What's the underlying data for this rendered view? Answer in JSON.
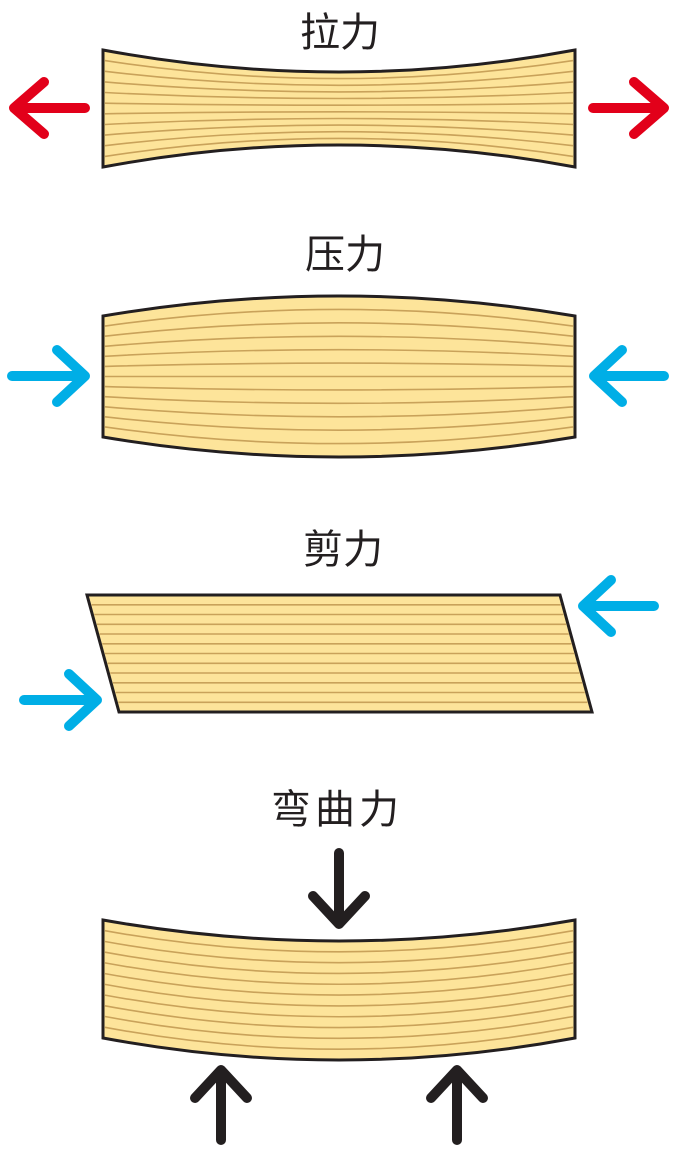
{
  "panels": [
    {
      "id": "tension",
      "title": "拉力",
      "arrow_color": "#e2001a"
    },
    {
      "id": "compression",
      "title": "压力",
      "arrow_color": "#00aee6"
    },
    {
      "id": "shear",
      "title": "剪力",
      "arrow_color": "#00aee6"
    },
    {
      "id": "bending",
      "title": "弯曲力",
      "arrow_color": "#231f20"
    }
  ],
  "colors": {
    "wood_fill": "#fde49a",
    "wood_grain": "#c9a25a",
    "outline": "#231f20"
  },
  "icons": [
    "arrow-left-icon",
    "arrow-right-icon",
    "arrow-down-icon",
    "arrow-up-icon"
  ]
}
